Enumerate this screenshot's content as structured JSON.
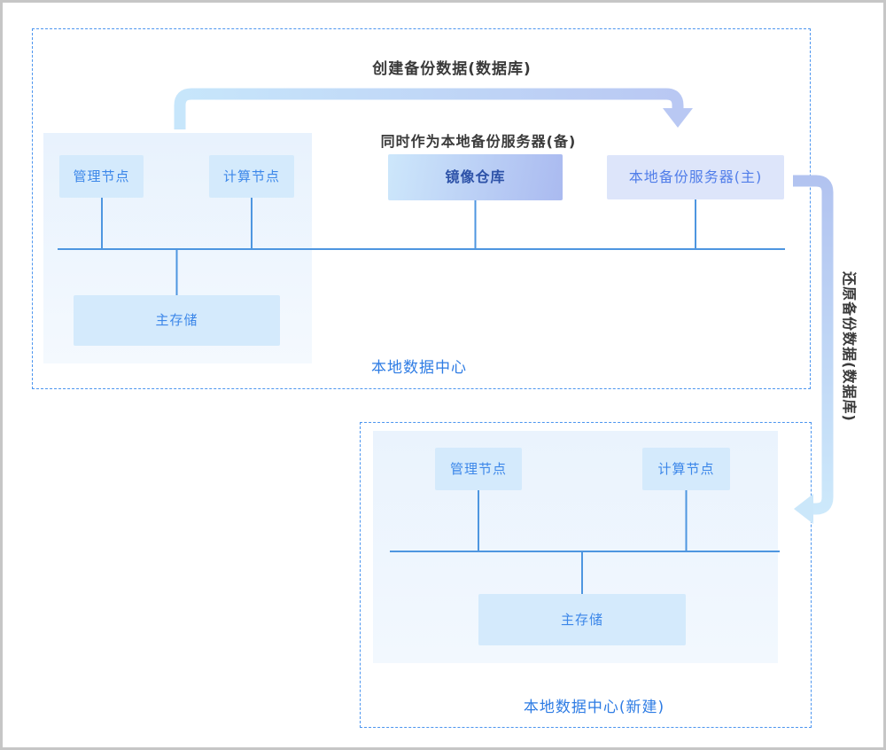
{
  "flows": {
    "create_backup": "创建备份数据(数据库)",
    "mirror_note": "同时作为本地备份服务器(备)",
    "restore_backup": "还原备份数据(数据库)"
  },
  "dc1": {
    "label": "本地数据中心",
    "mgmt": "管理节点",
    "compute": "计算节点",
    "registry": "镜像仓库",
    "backup_server": "本地备份服务器(主)",
    "storage": "主存储"
  },
  "dc2": {
    "label": "本地数据中心(新建)",
    "mgmt": "管理节点",
    "compute": "计算节点",
    "storage": "主存储"
  },
  "colors": {
    "label_blue": "#2e7ce4",
    "node_text_blue": "#3c87e9",
    "node_bg_blue": "#d4eafc",
    "registry_grad_start": "#cde7fb",
    "registry_grad_end": "#aabaf0",
    "backup_server_bg": "#dde5fa",
    "wire_blue": "#4e96e0",
    "dashed_border_blue": "#4c95ef",
    "arrow_light_blue": "#c7e6fb",
    "arrow_periwinkle": "#b5c5f1",
    "title_text": "#3a3a3a"
  }
}
